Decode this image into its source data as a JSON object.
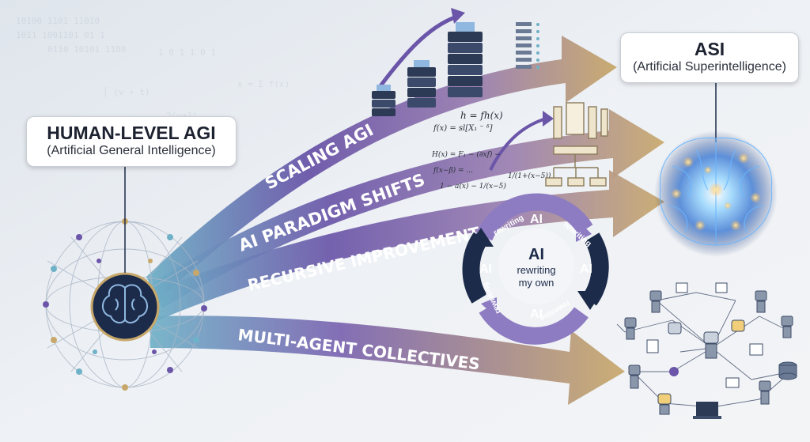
{
  "source": {
    "title": "HUMAN-LEVEL AGI",
    "subtitle": "(Artificial General Intelligence)"
  },
  "target": {
    "title": "ASI",
    "subtitle": "(Artificial Superintelligence)"
  },
  "pathways": [
    {
      "label": "SCALING AGI"
    },
    {
      "label": "AI PARADIGM SHIFTS"
    },
    {
      "label": "RECURSIVE IMPROVEMENT"
    },
    {
      "label": "MULTI-AGENT COLLECTIVES"
    }
  ],
  "cycle": {
    "center_title": "AI",
    "center_line1": "rewriting",
    "center_line2": "my own",
    "node_label": "AI",
    "arc_texts": [
      "rewriting",
      "rewriting",
      "rewriting",
      "rewriting"
    ]
  },
  "math": {
    "eq1": "h = fh(x)",
    "eq2": "f(x) = sl[X₁ ⁻ ᵟ]",
    "eq3": "H(x) = F₁ − (∂xf) −",
    "eq4": "f(x−β) = ...",
    "eq5": "1 − a(x) − 1/(x−5)",
    "eq6": "1/(1+(x−5))"
  },
  "colors": {
    "purple": "#6a55a8",
    "gold": "#c8a86a",
    "teal": "#6fb1c7",
    "navy": "#1c2b4a",
    "gray": "#c6ccd6"
  },
  "icons": [
    "server-stack-icon",
    "brain-icon",
    "robot-icon",
    "network-node-icon",
    "neural-net-icon",
    "database-icon",
    "laptop-icon"
  ]
}
